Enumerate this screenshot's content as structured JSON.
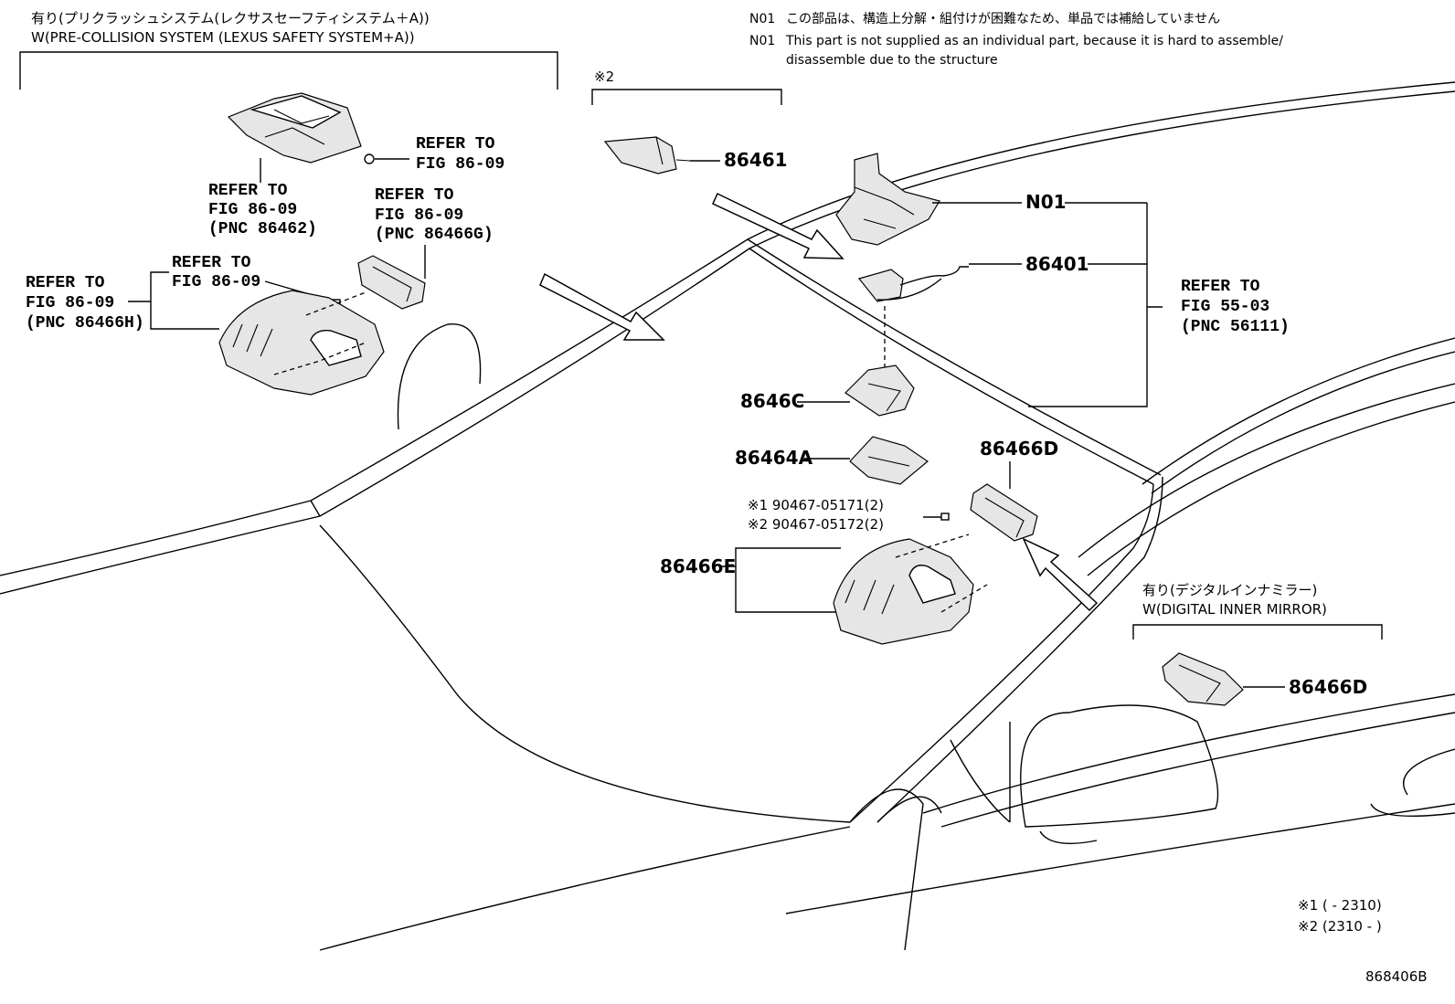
{
  "header": {
    "left_jp": "有り(プリクラッシュシステム(レクサスセーフティシステム＋A))",
    "left_en": "W(PRE-COLLISION SYSTEM (LEXUS SAFETY SYSTEM+A))",
    "note_jp_tag": "N01",
    "note_jp": "この部品は、構造上分解・組付けが困難なため、単品では補給していません",
    "note_en_tag": "N01",
    "note_en_1": "This part is not supplied as an individual part, because it is hard to assemble/",
    "note_en_2": "disassemble due to the structure"
  },
  "left_group": {
    "ref_a": [
      "REFER TO",
      "FIG 86-09"
    ],
    "ref_b": [
      "REFER TO",
      "FIG 86-09",
      "(PNC 86462)"
    ],
    "ref_c": [
      "REFER TO",
      "FIG 86-09",
      "(PNC 86466G)"
    ],
    "ref_d": [
      "REFER TO",
      "FIG 86-09"
    ],
    "ref_e": [
      "REFER TO",
      "FIG 86-09",
      "(PNC 86466H)"
    ]
  },
  "parts": {
    "mark2": "※2",
    "p86461": "86461",
    "n01": "N01",
    "p86401": "86401",
    "ref_right": [
      "REFER TO",
      "FIG 55-03",
      "(PNC 56111)"
    ],
    "p8646c": "8646C",
    "p86464a": "86464A",
    "p86466d": "86466D",
    "screw1": "※1 90467-05171(2)",
    "screw2": "※2 90467-05172(2)",
    "p86466e": "86466E"
  },
  "mirror_group": {
    "jp": "有り(デジタルインナミラー)",
    "en": "W(DIGITAL INNER MIRROR)",
    "part": "86466D"
  },
  "footnotes": {
    "f1": "※1 (      - 2310)",
    "f2": "※2 (2310 -      )"
  },
  "diagram_id": "868406B"
}
